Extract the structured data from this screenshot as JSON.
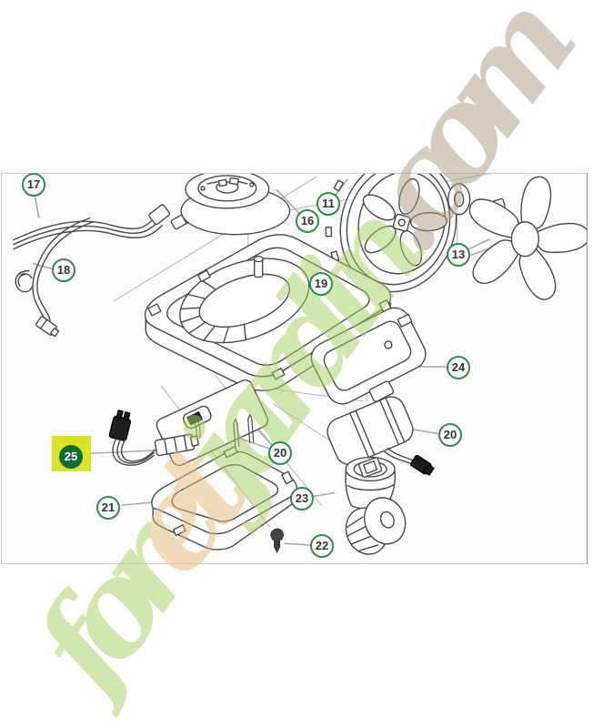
{
  "page": {
    "background": "#ffffff"
  },
  "watermark": {
    "full_text": "foretjardin.com",
    "segments": [
      {
        "text": "for",
        "color": "#c6e096"
      },
      {
        "text": "et",
        "color": "#f0d2a4"
      },
      {
        "text": "jardin",
        "color": "#c6e096"
      },
      {
        "text": ".com",
        "color": "#cdc3b0"
      }
    ]
  },
  "diagram": {
    "type": "exploded-parts-diagram",
    "subject": "robotic mower parts drawing",
    "border_color": "#c9c9c9",
    "label_ring_color": "#2e8b50",
    "label_text_color": "#333333",
    "highlight": {
      "box_color": "#d9e427",
      "circle_fill": "#156b36",
      "text_color": "#ffffff"
    },
    "labels": [
      {
        "number": "17",
        "highlighted": false
      },
      {
        "number": "18",
        "highlighted": false
      },
      {
        "number": "16",
        "highlighted": false
      },
      {
        "number": "11",
        "highlighted": false
      },
      {
        "number": "13",
        "highlighted": false
      },
      {
        "number": "19",
        "highlighted": false
      },
      {
        "number": "24",
        "highlighted": false
      },
      {
        "number": "20",
        "highlighted": false
      },
      {
        "number": "20",
        "highlighted": false
      },
      {
        "number": "25",
        "highlighted": true
      },
      {
        "number": "21",
        "highlighted": false
      },
      {
        "number": "23",
        "highlighted": false
      },
      {
        "number": "22",
        "highlighted": false
      }
    ]
  }
}
